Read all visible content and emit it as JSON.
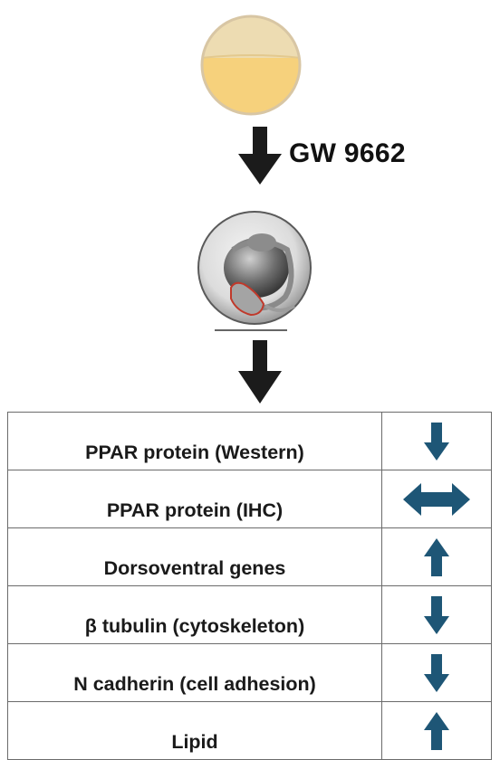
{
  "compound_label": "GW 9662",
  "colors": {
    "egg_yolk": "#f6d17c",
    "egg_top": "#eddcb2",
    "egg_rim": "#d8c6a4",
    "flow_arrow": "#1b1b1b",
    "effect_arrow": "#1e5676",
    "outline_red": "#c0392b"
  },
  "table": {
    "rows": [
      {
        "label": "PPAR protein (Western)",
        "effect": "down",
        "icon": "down-arrow-icon"
      },
      {
        "label": "PPAR protein (IHC)",
        "effect": "no-change",
        "icon": "double-arrow-icon"
      },
      {
        "label": "Dorsoventral  genes",
        "effect": "up",
        "icon": "up-arrow-icon"
      },
      {
        "label": "β tubulin (cytoskeleton)",
        "effect": "down",
        "icon": "down-arrow-icon"
      },
      {
        "label": "N cadherin (cell adhesion)",
        "effect": "down",
        "icon": "down-arrow-icon"
      },
      {
        "label": "Lipid",
        "effect": "up",
        "icon": "up-arrow-icon"
      }
    ]
  }
}
